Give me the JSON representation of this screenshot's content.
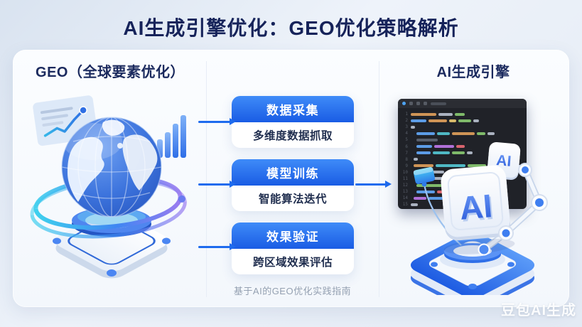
{
  "title": "AI生成引擎优化：GEO优化策略解析",
  "watermark": "豆包AI生成",
  "left_panel": {
    "title": "GEO（全球要素优化）"
  },
  "process_panel": {
    "steps": [
      {
        "title": "数据采集",
        "desc": "多维度数据抓取"
      },
      {
        "title": "模型训练",
        "desc": "智能算法迭代"
      },
      {
        "title": "效果验证",
        "desc": "跨区域效果评估"
      }
    ],
    "caption": "基于AI的GEO优化实践指南"
  },
  "right_panel": {
    "title": "AI生成引擎",
    "ai_badge_large": "AI",
    "ai_badge_small": "AI"
  },
  "colors": {
    "heading_navy": "#16235a",
    "accent_blue": "#1e6bee",
    "step_header_top": "#3f8bf8",
    "step_header_bottom": "#1a5ce4",
    "caption_gray": "#94a0b1",
    "editor_bg": "#202228",
    "editor_topbar": "#2b2d33",
    "ring_cyan": "#3fd0ee",
    "ring_blue": "#3f86f2",
    "ring_purple": "#9b7cf0"
  },
  "editor": {
    "token_colors": {
      "o": "#cf9456",
      "b": "#5c9ce6",
      "p": "#b070d8",
      "g": "#7fba6a",
      "r": "#d8646e",
      "t": "#4fb8c4",
      "y": "#d7ba6a",
      "w": "#aab2c0",
      "d": "#585f6b"
    },
    "lines": [
      [
        0,
        [
          [
            "o",
            36
          ],
          [
            "w",
            20
          ],
          [
            "g",
            14
          ]
        ]
      ],
      [
        0,
        [
          [
            "b",
            22
          ],
          [
            "o",
            26
          ],
          [
            "y",
            10
          ],
          [
            "g",
            18
          ],
          [
            "w",
            8
          ]
        ]
      ],
      [
        0,
        [
          [
            "w",
            6
          ]
        ]
      ],
      [
        8,
        [
          [
            "b",
            26
          ],
          [
            "t",
            18
          ],
          [
            "o",
            32
          ],
          [
            "g",
            12
          ],
          [
            "w",
            10
          ]
        ]
      ],
      [
        8,
        [
          [
            "d",
            30
          ]
        ]
      ],
      [
        8,
        [
          [
            "b",
            22
          ],
          [
            "p",
            28
          ],
          [
            "r",
            12
          ]
        ]
      ],
      [
        8,
        [
          [
            "b",
            20
          ],
          [
            "t",
            24
          ],
          [
            "g",
            18
          ],
          [
            "w",
            8
          ]
        ]
      ],
      [
        4,
        [
          [
            "w",
            6
          ]
        ]
      ],
      [
        4,
        [
          [
            "o",
            28
          ],
          [
            "t",
            42
          ],
          [
            "g",
            26
          ],
          [
            "b",
            16
          ],
          [
            "r",
            10
          ]
        ]
      ],
      [
        4,
        [
          [
            "p",
            22
          ],
          [
            "w",
            18
          ]
        ]
      ],
      [
        12,
        [
          [
            "b",
            16
          ],
          [
            "w",
            20
          ]
        ]
      ],
      [
        8,
        [
          [
            "g",
            40
          ],
          [
            "o",
            14
          ]
        ]
      ],
      [
        8,
        [
          [
            "b",
            26
          ],
          [
            "r",
            10
          ],
          [
            "t",
            30
          ]
        ]
      ],
      [
        4,
        [
          [
            "p",
            18
          ],
          [
            "b",
            34
          ],
          [
            "g",
            12
          ]
        ]
      ],
      [
        0,
        [
          [
            "w",
            10
          ]
        ]
      ]
    ]
  }
}
